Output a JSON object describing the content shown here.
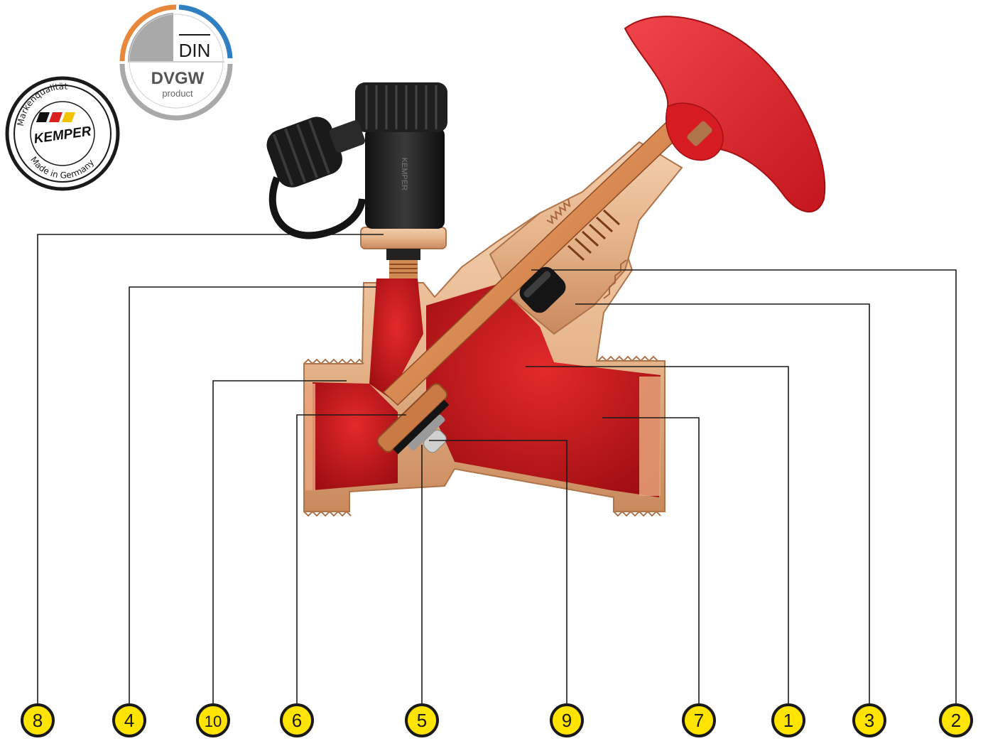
{
  "kemper_seal": {
    "top_text": "Markenqualität",
    "brand": "KEMPER",
    "bottom_text": "Made in Germany",
    "stripe_colors": [
      "#111111",
      "#d8211f",
      "#f2c400"
    ]
  },
  "din_dvgw_badge": {
    "din": "DIN",
    "dvgw": "DVGW",
    "product": "product",
    "colors": {
      "orange": "#e9873a",
      "blue": "#2f7fc1",
      "grey": "#a9a9a9",
      "dark_grey": "#6e6e6e"
    }
  },
  "valve_body_text": "KEMPER",
  "callouts": [
    {
      "number": "8"
    },
    {
      "number": "4"
    },
    {
      "number": "10"
    },
    {
      "number": "6"
    },
    {
      "number": "5"
    },
    {
      "number": "9"
    },
    {
      "number": "7"
    },
    {
      "number": "1"
    },
    {
      "number": "3"
    },
    {
      "number": "2"
    }
  ],
  "colors": {
    "callout_fill": "#ffe400",
    "callout_stroke": "#1a1a1a",
    "brass": "#e6b48a",
    "brass_dark": "#c98a5c",
    "red_interior": "#c4161c",
    "handwheel": "#e8242b",
    "black_cap": "#1c1c1c"
  }
}
